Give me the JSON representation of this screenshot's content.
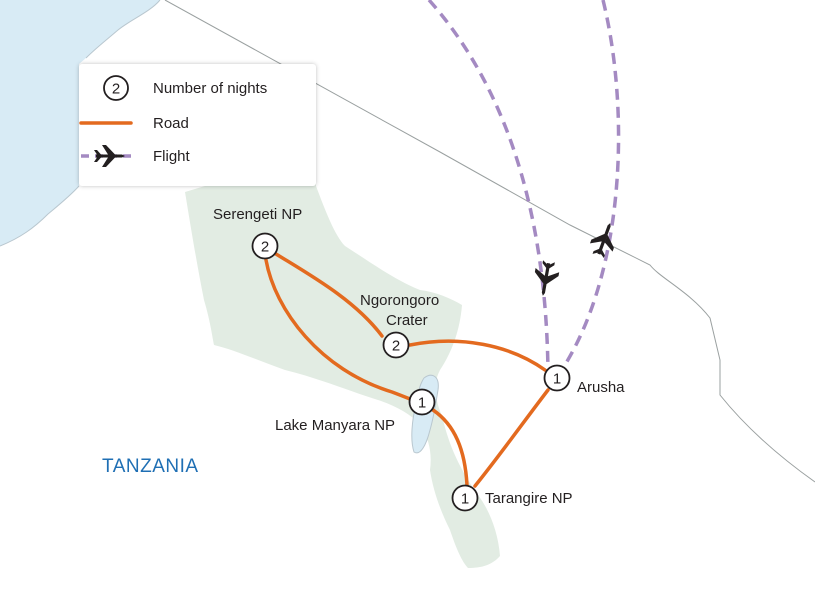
{
  "colors": {
    "water": "#d8ebf5",
    "park": "#e2ece3",
    "border": "#9aa0a0",
    "road": "#e36a1f",
    "flight": "#a48ac2",
    "text": "#231f20",
    "country_text": "#1f6fb4"
  },
  "legend": {
    "nights_sample": "2",
    "nights_label": "Number of nights",
    "road_label": "Road",
    "flight_label": "Flight",
    "flight_icon": "airplane-icon"
  },
  "country": "TANZANIA",
  "stops": [
    {
      "name": "Serengeti NP",
      "nights": "2"
    },
    {
      "name_line1": "Ngorongoro",
      "name_line2": "Crater",
      "nights": "2"
    },
    {
      "name": "Arusha",
      "nights": "1"
    },
    {
      "name": "Lake Manyara NP",
      "nights": "1"
    },
    {
      "name": "Tarangire NP",
      "nights": "1"
    }
  ]
}
